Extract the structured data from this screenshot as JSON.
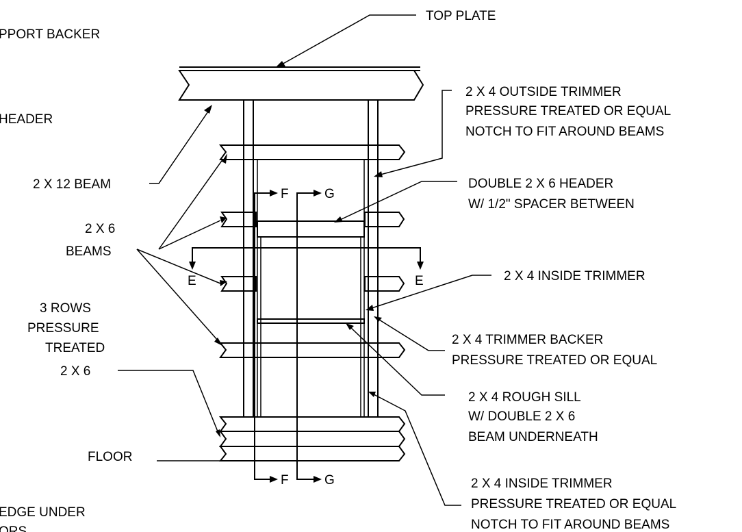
{
  "labels": {
    "top_plate": "TOP PLATE",
    "support_backer": "PPORT BACKER",
    "header": "HEADER",
    "outside_trimmer_1": "2 X 4 OUTSIDE TRIMMER",
    "outside_trimmer_2": "PRESSURE TREATED OR EQUAL",
    "outside_trimmer_3": "NOTCH TO FIT AROUND BEAMS",
    "beam_2x12": "2 X 12 BEAM",
    "double_header_1": "DOUBLE 2 X 6 HEADER",
    "double_header_2": "W/ 1/2\" SPACER BETWEEN",
    "beams_2x6_1": "2 X 6",
    "beams_2x6_2": "BEAMS",
    "inside_trimmer": "2 X 4 INSIDE TRIMMER",
    "rows_1": "3 ROWS",
    "rows_2": "PRESSURE",
    "rows_3": "TREATED",
    "rows_4": "2 X 6",
    "trimmer_backer_1": "2 X 4 TRIMMER BACKER",
    "trimmer_backer_2": "PRESSURE TREATED OR EQUAL",
    "rough_sill_1": "2 X 4 ROUGH SILL",
    "rough_sill_2": "W/ DOUBLE 2 X 6",
    "rough_sill_3": "BEAM UNDERNEATH",
    "floor": "FLOOR",
    "inside_trimmer_pt_1": "2 X 4 INSIDE TRIMMER",
    "inside_trimmer_pt_2": "PRESSURE TREATED OR EQUAL",
    "inside_trimmer_pt_3": "NOTCH TO FIT AROUND BEAMS",
    "ledge_1": "EDGE UNDER",
    "ledge_2": "ORS"
  },
  "section_markers": {
    "e": "E",
    "f": "F",
    "g": "G"
  }
}
